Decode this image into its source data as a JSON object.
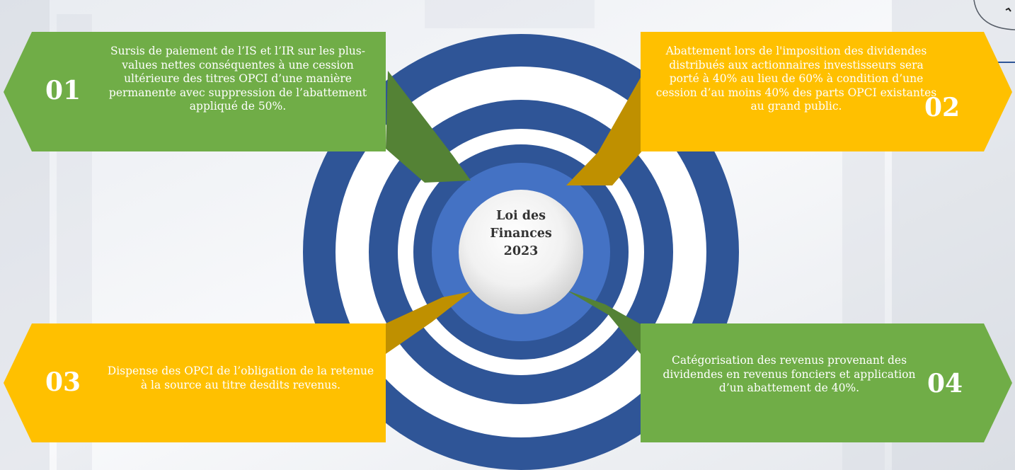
{
  "center": {
    "title_line1": "Loi des",
    "title_line2": "Finances",
    "title_line3": "2023"
  },
  "boxes": [
    {
      "number": "01",
      "text": "Sursis de paiement de l’IS et l’IR sur les plus-values nettes conséquentes à une cession ultérieure des titres OPCI d’une manière permanente avec suppression de l’abattement appliqué de 50%.",
      "color": "#70ad47"
    },
    {
      "number": "02",
      "text": "Abattement lors de l'imposition des dividendes distribués aux actionnaires investisseurs sera porté à 40% au lieu de 60% à condition d’une cession d’au moins 40% des parts OPCI existantes au grand public.",
      "color": "#ffc000"
    },
    {
      "number": "03",
      "text": "Dispense des OPCI de l’obligation de la retenue à la source au titre desdits revenus.",
      "color": "#ffc000"
    },
    {
      "number": "04",
      "text": "Catégorisation des revenus provenant des dividendes en revenus fonciers et application d’un abattement de 40%.",
      "color": "#70ad47"
    }
  ],
  "colors": {
    "ring_dark": "#2f5597",
    "ring_light": "#4472c4",
    "green": "#70ad47",
    "green_dark": "#548235",
    "gold": "#ffc000",
    "gold_dark": "#bf9000"
  }
}
